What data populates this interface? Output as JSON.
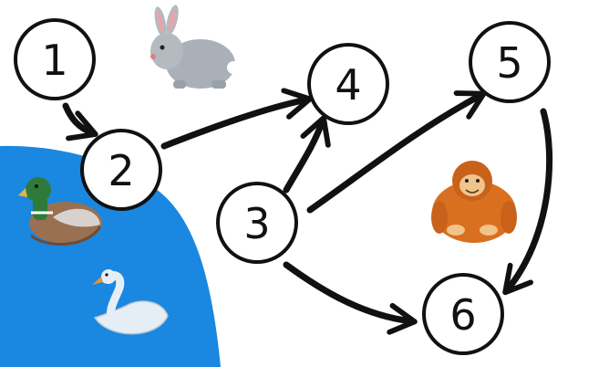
{
  "colors": {
    "background": "#ffffff",
    "lake": "#1a87e0",
    "node_fill": "#ffffff",
    "node_stroke": "#111111",
    "arrow": "#111111"
  },
  "diagram": {
    "nodes": [
      {
        "id": "n1",
        "label": "1"
      },
      {
        "id": "n2",
        "label": "2"
      },
      {
        "id": "n3",
        "label": "3"
      },
      {
        "id": "n4",
        "label": "4"
      },
      {
        "id": "n5",
        "label": "5"
      },
      {
        "id": "n6",
        "label": "6"
      }
    ],
    "edges": [
      {
        "from": "1",
        "to": "2"
      },
      {
        "from": "2",
        "to": "4"
      },
      {
        "from": "3",
        "to": "4"
      },
      {
        "from": "3",
        "to": "5"
      },
      {
        "from": "3",
        "to": "6"
      },
      {
        "from": "5",
        "to": "6"
      }
    ],
    "illustrations": [
      "rabbit-icon",
      "duck-icon",
      "swan-icon",
      "orangutan-icon"
    ]
  }
}
